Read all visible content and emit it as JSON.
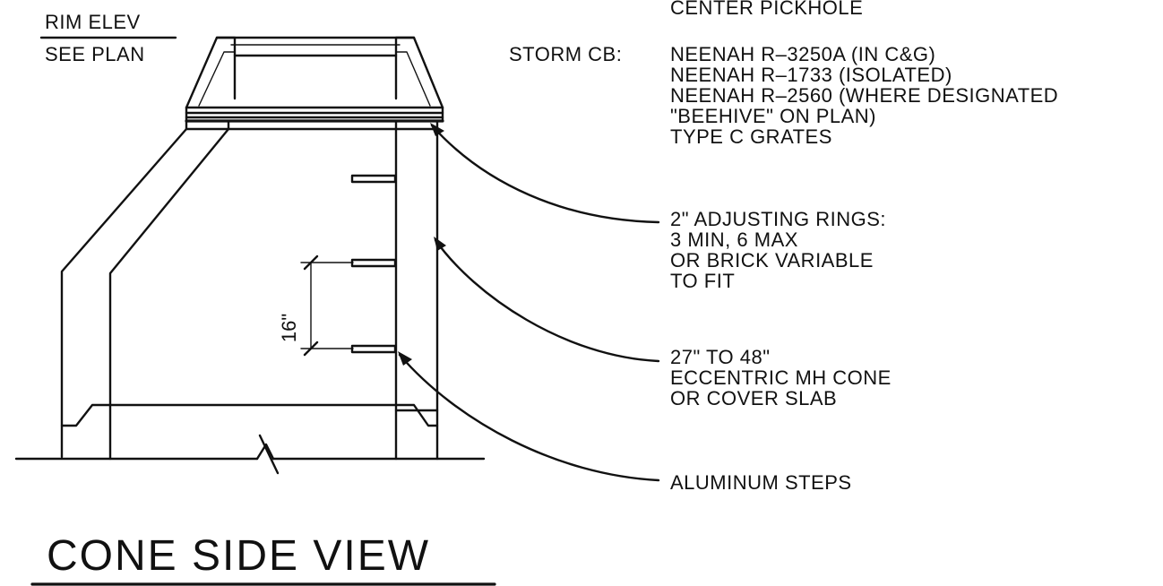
{
  "labels": {
    "rim_elev": "RIM ELEV",
    "see_plan": "SEE PLAN",
    "center_pickhole": "CENTER PICKHOLE",
    "storm_cb": "STORM CB:",
    "storm_lines": [
      "NEENAH R–3250A (IN C&G)",
      "NEENAH R–1733 (ISOLATED)",
      "NEENAH R–2560 (WHERE DESIGNATED",
      "\"BEEHIVE\" ON PLAN)",
      "TYPE C GRATES"
    ],
    "rings_lines": [
      "2\" ADJUSTING RINGS:",
      "3 MIN, 6 MAX",
      "OR BRICK VARIABLE",
      "TO FIT"
    ],
    "cone_lines": [
      "27\" TO 48\"",
      "ECCENTRIC MH CONE",
      "OR COVER SLAB"
    ],
    "steps": "ALUMINUM STEPS",
    "dimension": "16\"",
    "title": "CONE SIDE VIEW"
  }
}
